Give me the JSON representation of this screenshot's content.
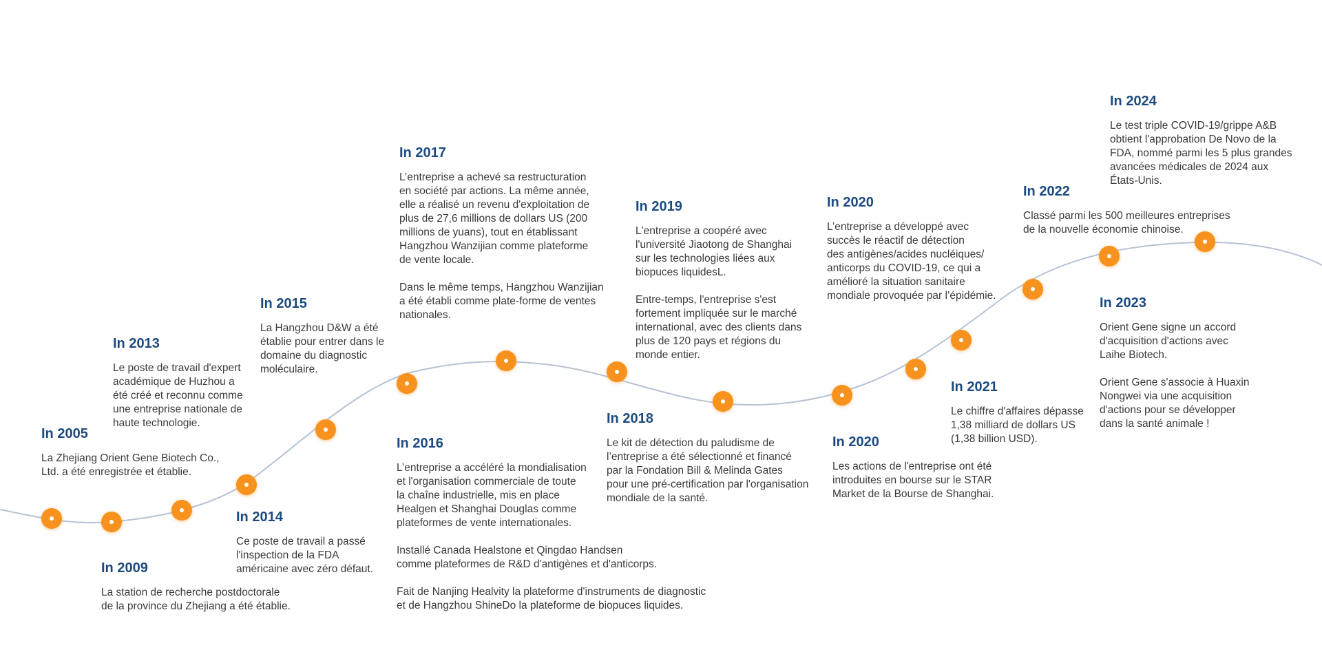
{
  "colors": {
    "heading": "#1c4a80",
    "node": "#f7921e",
    "curve": "#b6c3d4",
    "text": "#3a3a3a"
  },
  "milestones": [
    {
      "title": "In 2005",
      "text": "La Zhejiang Orient Gene Biotech Co.,\nLtd. a été enregistrée et établie."
    },
    {
      "title": "In 2009",
      "text": "La station de recherche postdoctorale\nde la province du Zhejiang a été établie."
    },
    {
      "title": "In 2013",
      "text": "Le poste de travail d'expert\nacadémique de Huzhou a\nété créé et reconnu comme\nune entreprise nationale de\nhaute technologie."
    },
    {
      "title": "In 2014",
      "text": "Ce poste de travail a passé\nl'inspection de la FDA\naméricaine avec zéro défaut."
    },
    {
      "title": "In 2015",
      "text": "La Hangzhou D&W a été\nétablie pour entrer dans le\ndomaine du diagnostic\nmoléculaire."
    },
    {
      "title": "In 2016",
      "text": "L’entreprise a accéléré la mondialisation\n et l'organisation commerciale de toute\nla chaîne industrielle, mis en place\nHealgen et Shanghai Douglas comme\n plateformes de vente internationales.\n\nInstallé Canada Healstone et Qingdao Handsen\ncomme plateformes de R&D d'antigènes et d'anticorps.\n\nFait de Nanjing Healvity la plateforme d'instruments de diagnostic\net de Hangzhou ShineDo la plateforme de biopuces liquides."
    },
    {
      "title": "In 2017",
      "text": "L’entreprise a achevé sa restructuration\nen société par actions. La même année,\nelle a réalisé un revenu d'exploitation de\nplus de 27,6 millions de dollars US (200\nmillions de yuans), tout en établissant\nHangzhou Wanzijian comme plateforme\n de vente locale.\n\nDans le même temps, Hangzhou Wanzijian\na été établi comme plate-forme de ventes\nnationales."
    },
    {
      "title": "In 2018",
      "text": "Le kit de détection du paludisme de\nl’entreprise a été sélectionné et financé\npar la Fondation Bill & Melinda Gates\npour une pré-certification par l'organisation\nmondiale de la santé."
    },
    {
      "title": "In 2019",
      "text": "L'entreprise a coopéré avec\nl'université Jiaotong de Shanghai\nsur les technologies liées aux\nbiopuces liquidesL.\n\nEntre-temps, l'entreprise s'est\nfortement impliquée sur le marché\ninternational, avec des clients dans\nplus de 120 pays et régions du\nmonde entier."
    },
    {
      "title": "In 2020",
      "text": "Les actions de l'entreprise ont été\nintroduites en bourse sur le STAR\nMarket de la Bourse de Shanghai."
    },
    {
      "title": "In 2020",
      "text": "L’entreprise a développé avec\nsuccès le réactif de détection\ndes antigènes/acides nucléiques/\nanticorps du COVID-19, ce qui a\namélioré la situation sanitaire\nmondiale provoquée par l’épidémie."
    },
    {
      "title": "In 2021",
      "text": "Le chiffre d'affaires dépasse\n1,38 milliard de dollars US\n(1,38 billion USD)."
    },
    {
      "title": "In 2022",
      "text": "Classé parmi les 500 meilleures entreprises\nde la nouvelle économie chinoise."
    },
    {
      "title": "In 2023",
      "text": "Orient Gene signe un accord\nd'acquisition d'actions avec\nLaihe Biotech.\n\nOrient Gene s'associe à Huaxin\n Nongwei via une acquisition\nd'actions pour se développer\ndans la santé animale !"
    },
    {
      "title": "In 2024",
      "text": "Le test triple COVID-19/grippe A&B\nobtient l'approbation De Novo de la\nFDA, nommé parmi les 5 plus grandes\navancées médicales de 2024 aux\n États-Unis."
    }
  ]
}
